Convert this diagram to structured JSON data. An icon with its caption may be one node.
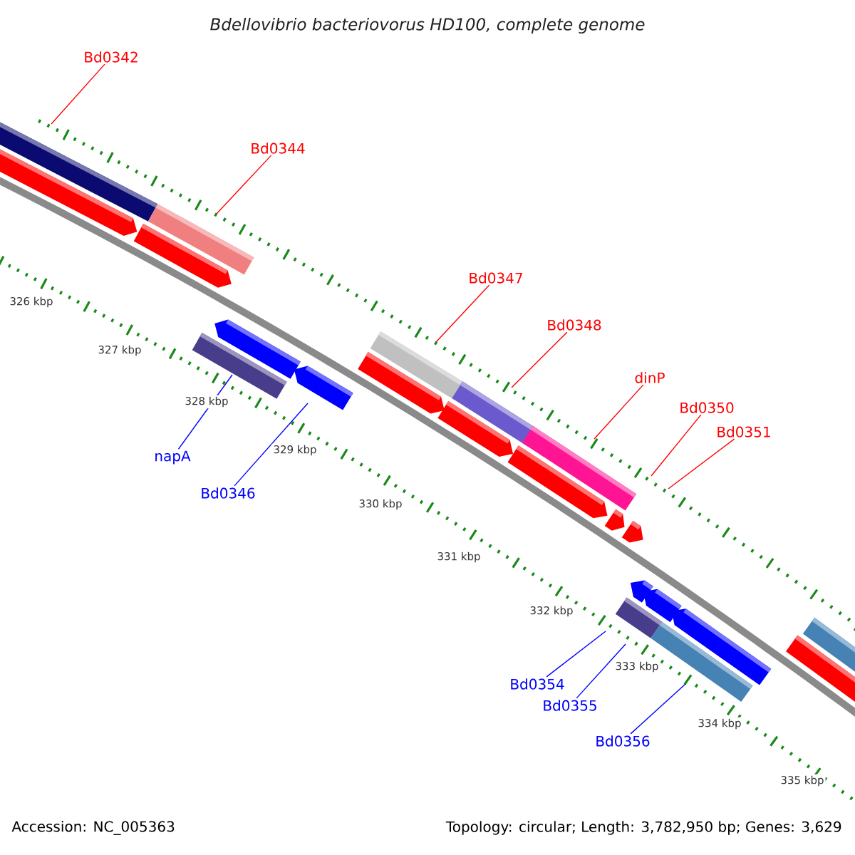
{
  "diagram": {
    "title": "Bdellovibrio bacteriovorus HD100, complete genome",
    "nodes": [
      {
        "text": [
          "Bd0342"
        ]
      },
      {
        "text": [
          "Bd0344"
        ]
      },
      {
        "text": [
          "Bd0347"
        ]
      },
      {
        "text": [
          "Bd0348"
        ]
      },
      {
        "text": [
          "dinP"
        ]
      },
      {
        "text": [
          "Bd0350"
        ]
      },
      {
        "text": [
          "Bd0351"
        ]
      },
      {
        "text": [
          "napA"
        ]
      },
      {
        "text": [
          "Bd0346"
        ]
      },
      {
        "text": [
          "Bd0354"
        ]
      },
      {
        "text": [
          "Bd0355"
        ]
      },
      {
        "text": [
          "Bd0356"
        ]
      }
    ],
    "edges": [
      {
        "from": 0,
        "to": null,
        "arrow": "none"
      },
      {
        "from": 1,
        "to": null,
        "arrow": "none"
      },
      {
        "from": 2,
        "to": null,
        "arrow": "none"
      },
      {
        "from": 3,
        "to": null,
        "arrow": "none"
      },
      {
        "from": 4,
        "to": null,
        "arrow": "none"
      },
      {
        "from": 5,
        "to": null,
        "arrow": "none"
      },
      {
        "from": 6,
        "to": null,
        "arrow": "none"
      },
      {
        "from": 7,
        "to": null,
        "arrow": "none",
        "color": "#0000ff"
      },
      {
        "from": 8,
        "to": null,
        "arrow": "none",
        "color": "#0000ff"
      },
      {
        "from": 9,
        "to": null,
        "arrow": "none",
        "color": "#0000ff"
      },
      {
        "from": 10,
        "to": null,
        "arrow": "none",
        "color": "#0000ff"
      },
      {
        "from": 11,
        "to": null,
        "arrow": "none",
        "color": "#0000ff"
      }
    ],
    "labels": [
      "326 kbp",
      "327 kbp",
      "328 kbp",
      "329 kbp",
      "330 kbp",
      "331 kbp",
      "332 kbp",
      "333 kbp",
      "334 kbp",
      "335 kbp",
      "Accession: NC_005363",
      "Topology: circular; Length: 3,782,950 bp; Genes: 3,629"
    ]
  }
}
